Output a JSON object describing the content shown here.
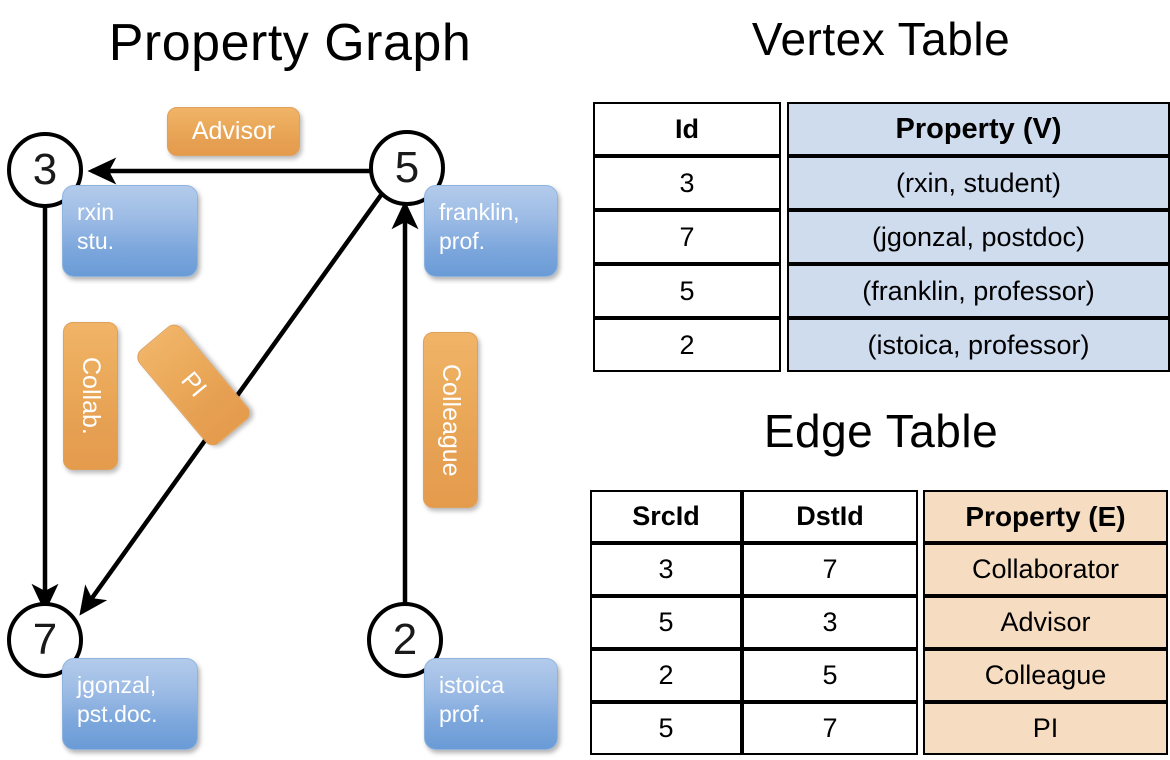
{
  "titles": {
    "property_graph": "Property Graph",
    "vertex_table": "Vertex Table",
    "edge_table": "Edge Table"
  },
  "colors": {
    "vertex_property_fill": "#cfdcee",
    "edge_property_fill": "#f6ddc2",
    "node_property_box": "#7ba6dc",
    "edge_label_box": "#eaa858",
    "stroke": "#000000"
  },
  "graph": {
    "nodes": [
      {
        "id": "3",
        "label": "3",
        "property_lines": [
          "rxin",
          "stu."
        ]
      },
      {
        "id": "5",
        "label": "5",
        "property_lines": [
          "franklin,",
          "prof."
        ]
      },
      {
        "id": "7",
        "label": "7",
        "property_lines": [
          "jgonzal,",
          "pst.doc."
        ]
      },
      {
        "id": "2",
        "label": "2",
        "property_lines": [
          "istoica",
          "prof."
        ]
      }
    ],
    "edge_labels": [
      {
        "name": "advisor",
        "text": "Advisor"
      },
      {
        "name": "collab",
        "text": "Collab."
      },
      {
        "name": "pi",
        "text": "PI"
      },
      {
        "name": "colleague",
        "text": "Colleague"
      }
    ]
  },
  "vertex_table": {
    "headers": [
      "Id",
      "Property (V)"
    ],
    "rows": [
      {
        "id": "3",
        "property": "(rxin, student)"
      },
      {
        "id": "7",
        "property": "(jgonzal, postdoc)"
      },
      {
        "id": "5",
        "property": "(franklin, professor)"
      },
      {
        "id": "2",
        "property": "(istoica, professor)"
      }
    ]
  },
  "edge_table": {
    "headers": [
      "SrcId",
      "DstId",
      "Property (E)"
    ],
    "rows": [
      {
        "src": "3",
        "dst": "7",
        "property": "Collaborator"
      },
      {
        "src": "5",
        "dst": "3",
        "property": "Advisor"
      },
      {
        "src": "2",
        "dst": "5",
        "property": "Colleague"
      },
      {
        "src": "5",
        "dst": "7",
        "property": "PI"
      }
    ]
  }
}
